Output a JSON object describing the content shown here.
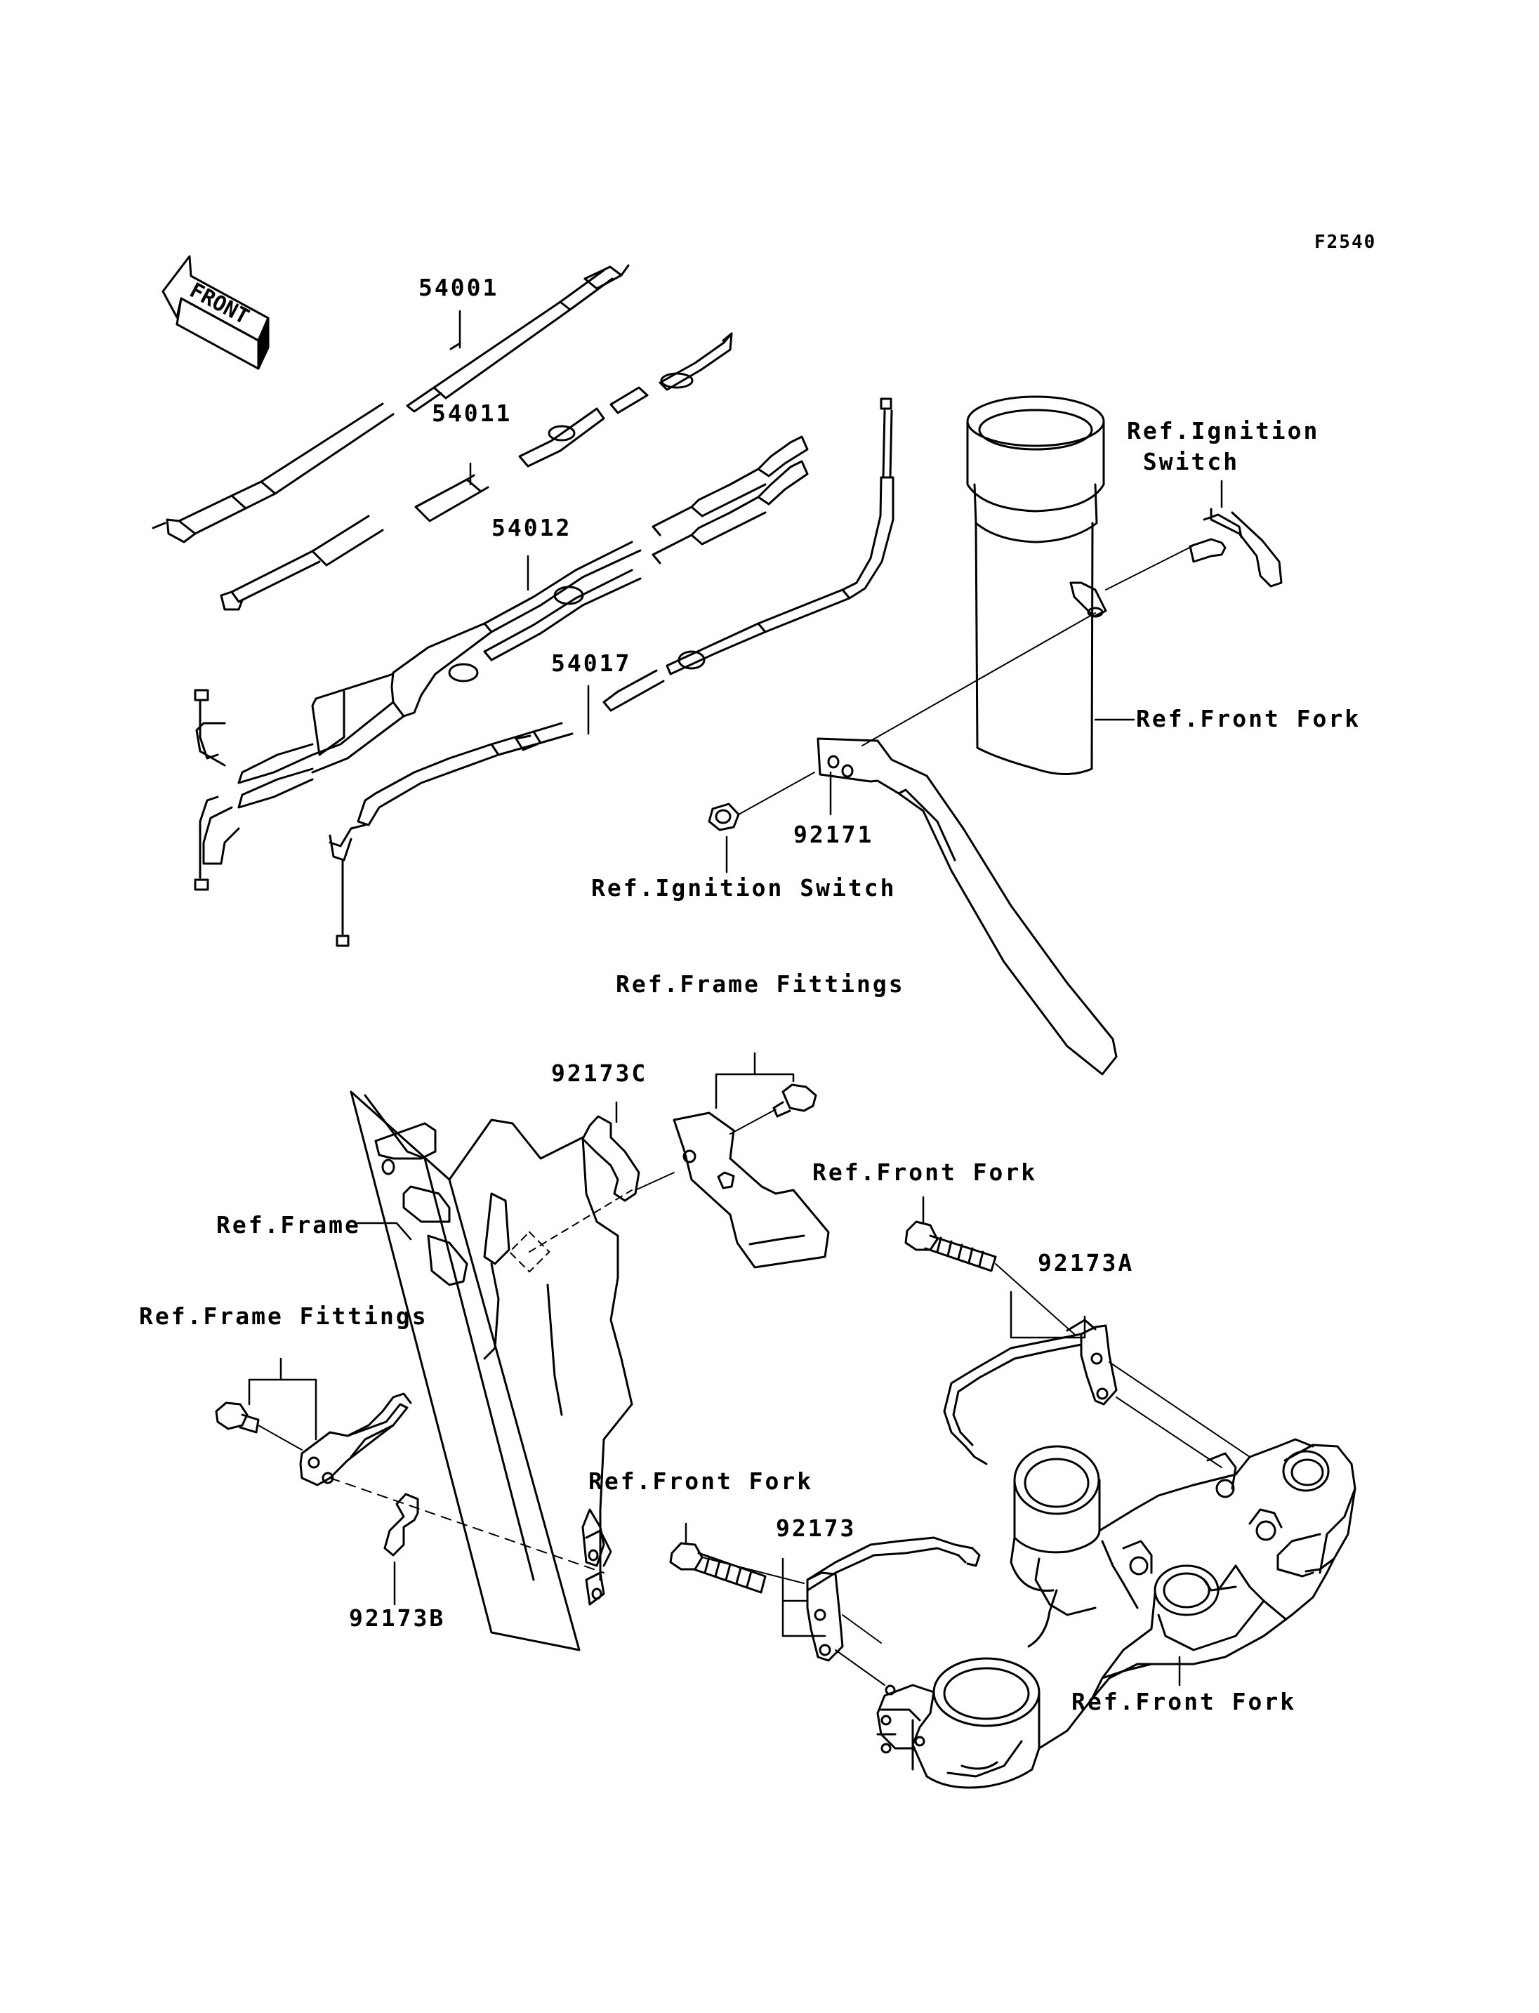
{
  "figure_code": "F2540",
  "front_arrow_text": "FRONT",
  "callouts": {
    "p54001": "54001",
    "p54011": "54011",
    "p54012": "54012",
    "p54017": "54017",
    "p92171": "92171",
    "p92173": "92173",
    "p92173a": "92173A",
    "p92173b": "92173B",
    "p92173c": "92173C"
  },
  "references": {
    "ignition_switch_top": "Ref.Ignition\n Switch",
    "front_fork_tube": "Ref.Front Fork",
    "ignition_switch_nut": "Ref.Ignition Switch",
    "frame_fittings_top": "Ref.Frame Fittings",
    "front_fork_bolt_right": "Ref.Front Fork",
    "frame": "Ref.Frame",
    "frame_fittings_left": "Ref.Frame Fittings",
    "front_fork_bolt_lower": "Ref.Front Fork",
    "front_fork_clamp": "Ref.Front Fork"
  }
}
